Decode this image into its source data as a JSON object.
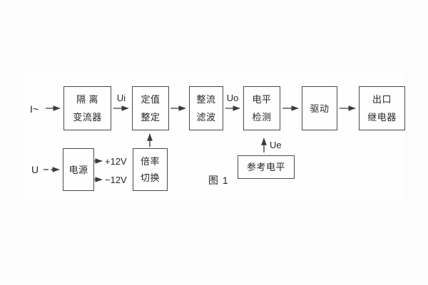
{
  "figure": {
    "caption": "图 1"
  },
  "diagram": {
    "line_color": "#3a3a3a",
    "background": "#fcfcfc",
    "boxes": [
      {
        "name": "isolation-transformer",
        "line1": "隔 离",
        "line2": "变流器"
      },
      {
        "name": "setting-adjustment",
        "line1": "定值",
        "line2": "整定"
      },
      {
        "name": "rectifier-filter",
        "line1": "整流",
        "line2": "滤波"
      },
      {
        "name": "level-detection",
        "line1": "电平",
        "line2": "检测"
      },
      {
        "name": "driver",
        "line1": "驱动"
      },
      {
        "name": "output-relay",
        "line1": "出口",
        "line2": "继电器"
      },
      {
        "name": "power-supply",
        "line1": "电源"
      },
      {
        "name": "ratio-switch",
        "line1": "倍率",
        "line2": "切换"
      },
      {
        "name": "reference-level",
        "line1": "参考电平"
      }
    ],
    "signals": {
      "input_current": "I~",
      "ui": "Ui",
      "uo": "Uo",
      "input_voltage": "U",
      "plus_rail": "+12V",
      "minus_rail": "−12V",
      "ue": "Ue"
    }
  }
}
